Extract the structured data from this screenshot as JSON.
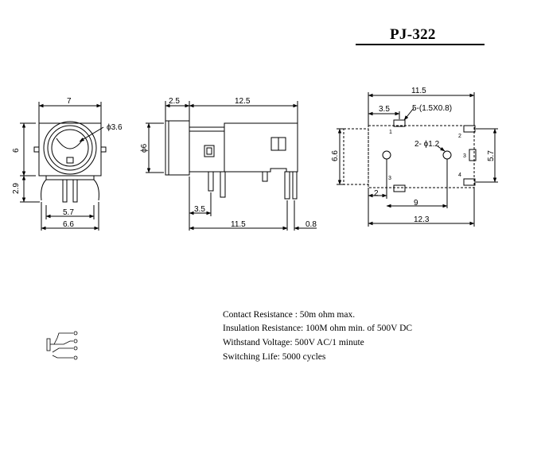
{
  "title": "PJ-322",
  "front_view": {
    "width_top": "7",
    "height": "6",
    "diameter": "ϕ3.6",
    "leg_height": "2.9",
    "leg_pitch": "5.7",
    "width_bottom": "6.6"
  },
  "side_view": {
    "flange_length": "2.5",
    "body_length": "12.5",
    "diameter": "ϕ6",
    "pin_offset": "3.5",
    "pin_span": "11.5",
    "pin_thickness": "0.8"
  },
  "footprint": {
    "top_width": "11.5",
    "pad_offset": "3.5",
    "pad_label": "5-(1.5X0.8)",
    "hole_label": "2- ϕ1.2",
    "height": "6.6",
    "pad_pitch": "5.7",
    "edge_offset": "2",
    "hole_spacing": "9",
    "overall_width": "12.3",
    "pin_labels": [
      "1",
      "2",
      "3",
      "3",
      "4"
    ]
  },
  "specs": {
    "contact_resistance": "Contact Resistance :    50m ohm max.",
    "insulation_resistance": "Insulation Resistance: 100M ohm min. of 500V DC",
    "withstand_voltage": "Withstand Voltage: 500V AC/1 minute",
    "switching_life": "Switching Life: 5000 cycles"
  }
}
